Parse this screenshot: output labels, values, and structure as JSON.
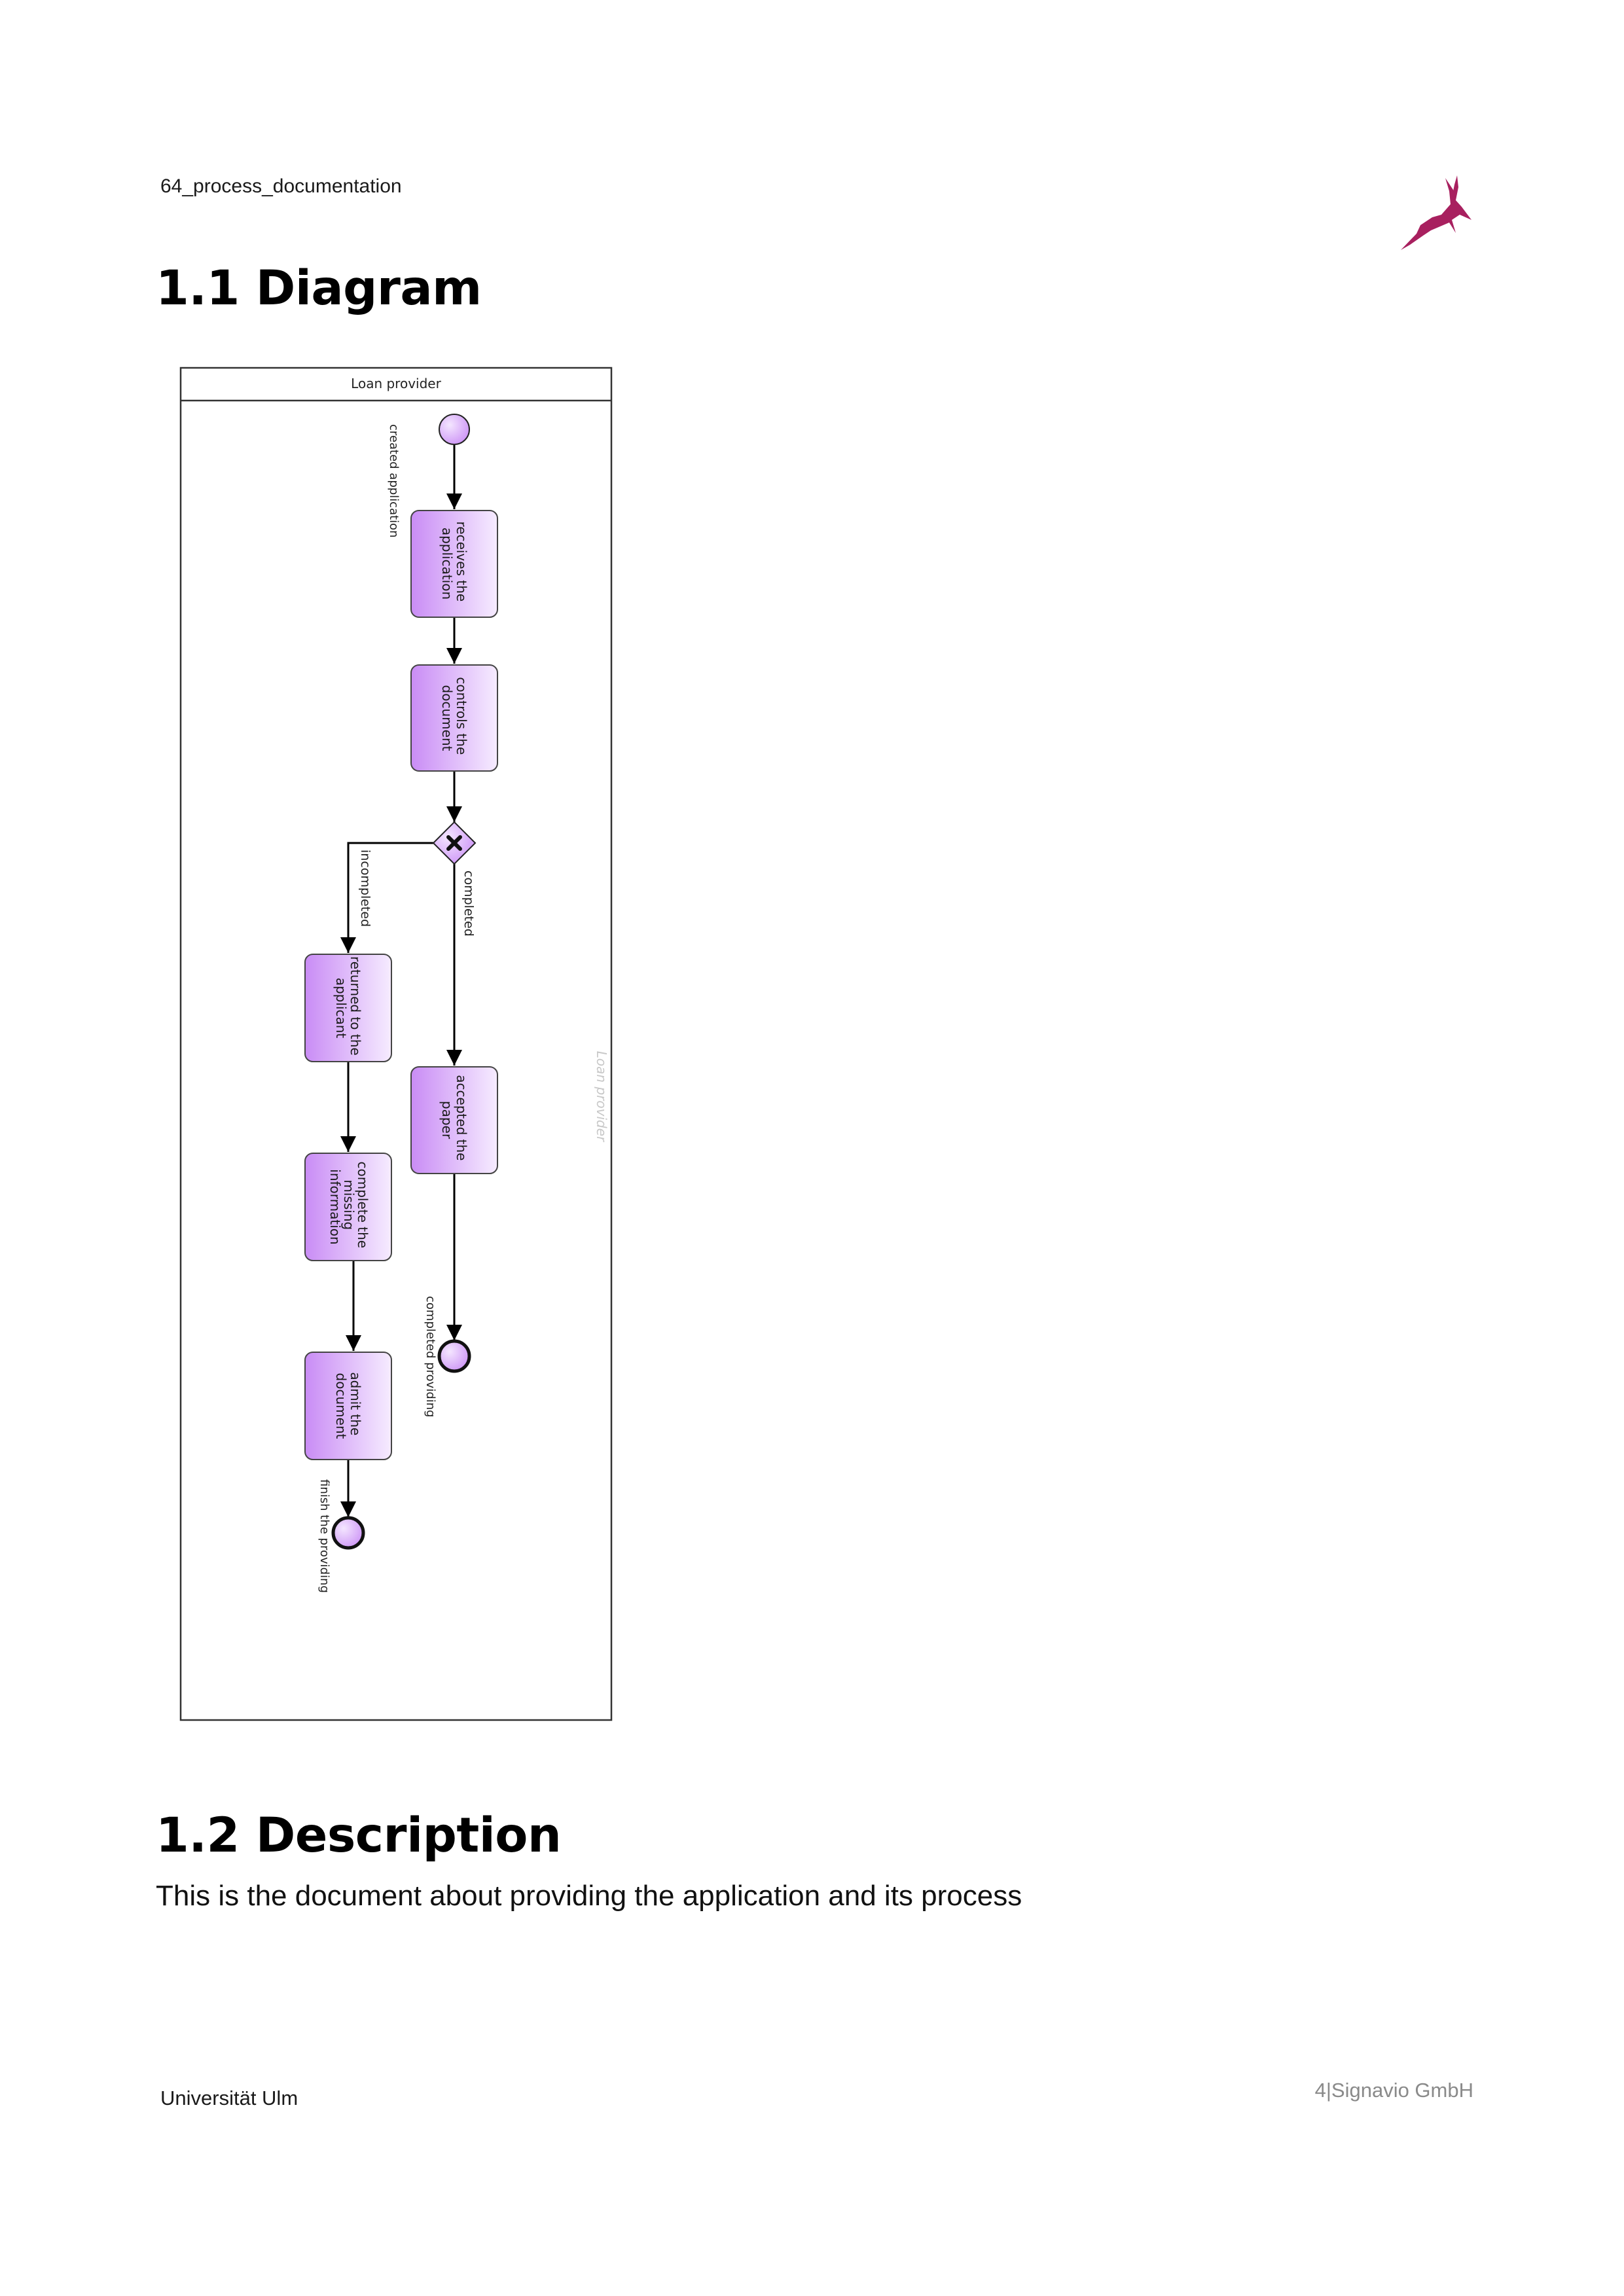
{
  "header": {
    "doc_name": "64_process_documentation"
  },
  "sections": {
    "diagram_title": "1.1 Diagram",
    "description_title": "1.2 Description",
    "description_text": "This is the document about providing the application and its process"
  },
  "diagram": {
    "pool_name": "Loan provider",
    "lane_watermark": "Loan provider",
    "events": {
      "start": "created application",
      "end_completed": "completed providing",
      "end_finish": "finish the providing"
    },
    "tasks": {
      "receives": [
        "receives the",
        "application"
      ],
      "controls": [
        "controls the",
        "document"
      ],
      "returned": [
        "returned to the",
        "applicant"
      ],
      "accepted": [
        "accepted the",
        "paper"
      ],
      "complete": [
        "complete the",
        "missing",
        "information"
      ],
      "admit": [
        "admit the",
        "document"
      ]
    },
    "flows": {
      "incompleted": "incompleted",
      "completed": "completed"
    }
  },
  "footer": {
    "left": "Universität Ulm",
    "right": "4|Signavio GmbH"
  },
  "colors": {
    "task_fill_light": "#f6ecff",
    "task_fill_dark": "#c98cf5",
    "logo": "#a8205f"
  }
}
